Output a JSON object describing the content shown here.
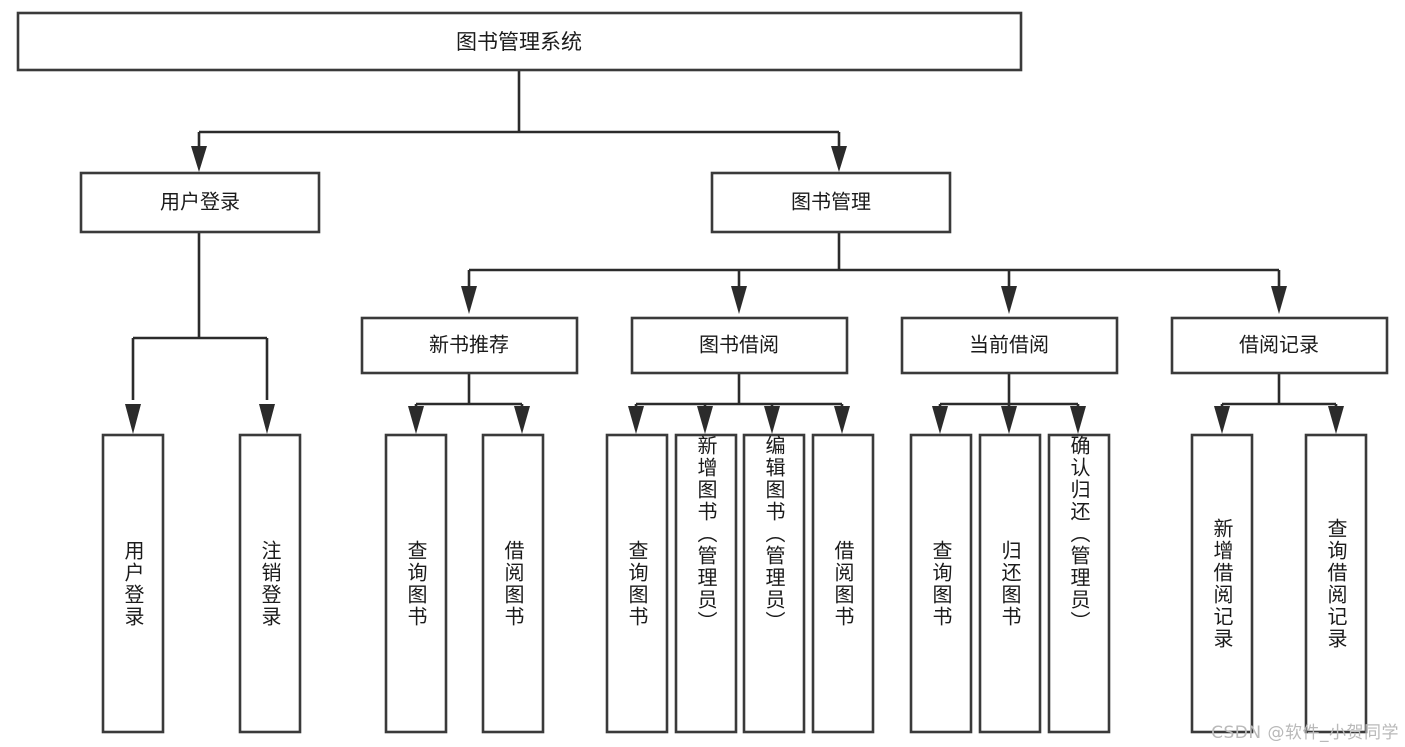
{
  "diagram": {
    "type": "tree",
    "title": "图书管理系统",
    "orientation": "top-down",
    "colors": {
      "background": "#ffffff",
      "box_fill": "#ffffff",
      "box_stroke": "#3a3a3a",
      "connector": "#2b2b2b",
      "text": "#1b1b1b",
      "watermark": "#b9b9b9"
    },
    "root": {
      "label": "图书管理系统"
    },
    "level1": [
      {
        "label": "用户登录"
      },
      {
        "label": "图书管理"
      }
    ],
    "level2": [
      {
        "label": "新书推荐"
      },
      {
        "label": "图书借阅"
      },
      {
        "label": "当前借阅"
      },
      {
        "label": "借阅记录"
      }
    ],
    "leaves": {
      "user_login": [
        {
          "label": "用户登录"
        },
        {
          "label": "注销登录"
        }
      ],
      "new_book_recommend": [
        {
          "label": "查询图书"
        },
        {
          "label": "借阅图书"
        }
      ],
      "book_borrow": [
        {
          "label": "查询图书"
        },
        {
          "label": "新增图书（管理员）"
        },
        {
          "label": "编辑图书（管理员）"
        },
        {
          "label": "借阅图书"
        }
      ],
      "current_borrow": [
        {
          "label": "查询图书"
        },
        {
          "label": "归还图书"
        },
        {
          "label": "确认归还（管理员）"
        }
      ],
      "borrow_record": [
        {
          "label": "新增借阅记录"
        },
        {
          "label": "查询借阅记录"
        }
      ]
    },
    "watermark": "CSDN @软件_小贺同学"
  }
}
